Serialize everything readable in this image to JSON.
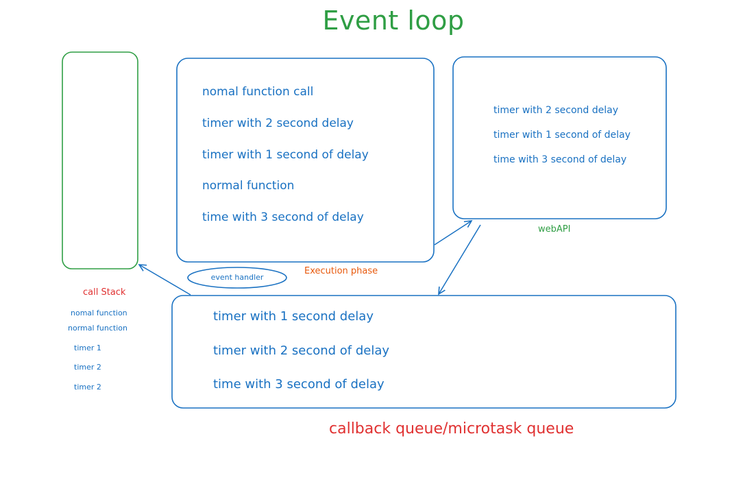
{
  "title": "Event loop",
  "execution_box": {
    "lines": [
      "nomal function call",
      "timer with 2 second delay",
      "timer with 1 second of delay",
      "normal function",
      "time with 3 second of delay"
    ],
    "label": "Execution phase"
  },
  "webapi_box": {
    "lines": [
      "timer with 2 second delay",
      "timer with 1 second of delay",
      "time with 3 second of delay"
    ],
    "label": "webAPI"
  },
  "queue_box": {
    "lines": [
      "timer with 1 second delay",
      "timer with 2 second of delay",
      "time with 3 second of delay"
    ],
    "label": "callback queue/microtask queue"
  },
  "call_stack": {
    "label": "call Stack",
    "items": [
      "nomal function",
      "normal function",
      "timer 1",
      "timer 2",
      "timer 2"
    ]
  },
  "event_handler": "event handler",
  "colors": {
    "green": "#2f9e44",
    "blue": "#1971c2",
    "red": "#e03131",
    "orange": "#e8590c"
  }
}
